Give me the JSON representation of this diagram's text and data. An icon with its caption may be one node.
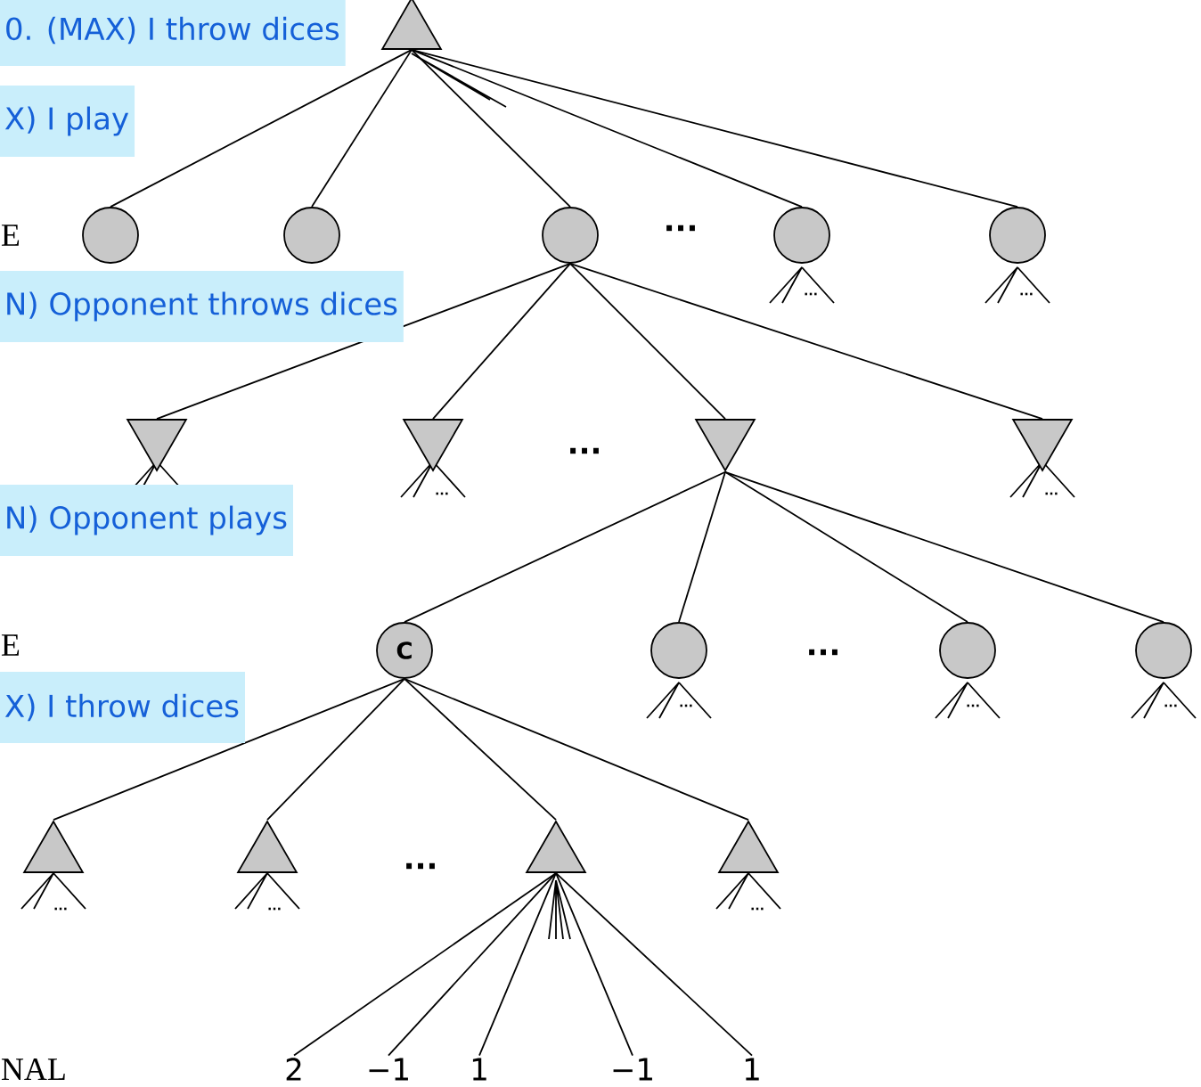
{
  "diagram": {
    "nodes": [
      {
        "text": [],
        "shape": "triangle"
      },
      {
        "text": [],
        "shape": "circle"
      },
      {
        "text": [],
        "shape": "circle"
      },
      {
        "text": [],
        "shape": "circle"
      },
      {
        "text": [],
        "shape": "circle"
      },
      {
        "text": [],
        "shape": "circle"
      },
      {
        "text": [],
        "shape": "triangle"
      },
      {
        "text": [],
        "shape": "triangle"
      },
      {
        "text": [],
        "shape": "triangle"
      },
      {
        "text": [],
        "shape": "triangle"
      },
      {
        "text": [
          "C"
        ]
      },
      {
        "text": [],
        "shape": "circle"
      },
      {
        "text": [],
        "shape": "circle"
      },
      {
        "text": [],
        "shape": "circle"
      },
      {
        "text": [],
        "shape": "triangle"
      },
      {
        "text": [],
        "shape": "triangle"
      },
      {
        "text": [],
        "shape": "triangle"
      },
      {
        "text": [],
        "shape": "triangle"
      },
      {
        "text": [
          "2"
        ]
      },
      {
        "text": [
          "−1"
        ]
      },
      {
        "text": [
          "1"
        ]
      },
      {
        "text": [
          "−1"
        ]
      },
      {
        "text": [
          "1"
        ]
      }
    ],
    "edges": [
      {
        "from": 0,
        "to": 1,
        "arrow": "none"
      },
      {
        "from": 0,
        "to": 2,
        "arrow": "none"
      },
      {
        "from": 0,
        "to": 3,
        "arrow": "none"
      },
      {
        "from": 0,
        "to": 4,
        "arrow": "none"
      },
      {
        "from": 0,
        "to": 5,
        "arrow": "none"
      },
      {
        "from": 3,
        "to": 6,
        "arrow": "none"
      },
      {
        "from": 3,
        "to": 7,
        "arrow": "none"
      },
      {
        "from": 3,
        "to": 8,
        "arrow": "none"
      },
      {
        "from": 3,
        "to": 9,
        "arrow": "none"
      },
      {
        "from": 8,
        "to": 10,
        "arrow": "none"
      },
      {
        "from": 8,
        "to": 11,
        "arrow": "none"
      },
      {
        "from": 8,
        "to": 12,
        "arrow": "none"
      },
      {
        "from": 8,
        "to": 13,
        "arrow": "none"
      },
      {
        "from": 10,
        "to": 14,
        "arrow": "none"
      },
      {
        "from": 10,
        "to": 15,
        "arrow": "none"
      },
      {
        "from": 10,
        "to": 16,
        "arrow": "none"
      },
      {
        "from": 10,
        "to": 17,
        "arrow": "none"
      },
      {
        "from": 16,
        "to": 18,
        "arrow": "none"
      },
      {
        "from": 16,
        "to": 19,
        "arrow": "none"
      },
      {
        "from": 16,
        "to": 20,
        "arrow": "none"
      },
      {
        "from": 16,
        "to": 21,
        "arrow": "none"
      },
      {
        "from": 16,
        "to": 22,
        "arrow": "none"
      }
    ],
    "labels": [
      "0. (MAX) I throw dices",
      "X) I play",
      "E",
      "...",
      "...",
      "...",
      "N) Opponent throws dices",
      "...",
      "...",
      "...",
      "N) Opponent plays",
      "E",
      "...",
      "...",
      "...",
      "...",
      "X) I throw dices",
      "...",
      "...",
      "...",
      "...",
      "NAL"
    ]
  }
}
